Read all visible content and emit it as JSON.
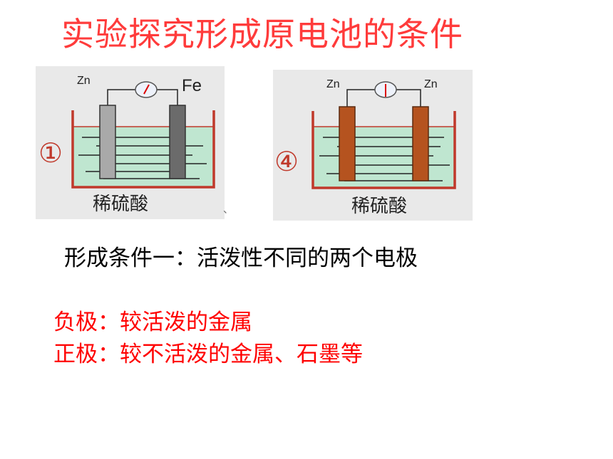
{
  "title": "实验探究形成原电池的条件",
  "colors": {
    "title": "#ff3b3b",
    "body_text": "#000000",
    "emphasis_text": "#ff0000",
    "panel_bg": "#e9e9e9",
    "beaker_wall": "#c0392b",
    "solution": "#bfe6d0",
    "zn_electrode_gray": "#a9a9a9",
    "fe_electrode": "#6b6b6b",
    "zn_electrode_copper": "#b5531f"
  },
  "experiments": [
    {
      "number_label": "①",
      "left_electrode": "Zn",
      "right_electrode": "Fe",
      "solution_label": "稀硫酸",
      "meter_icon": "galvanometer-icon"
    },
    {
      "number_label": "④",
      "left_electrode": "Zn",
      "right_electrode": "Zn",
      "solution_label": "稀硫酸",
      "meter_icon": "galvanometer-icon"
    }
  ],
  "stray_mark": "、",
  "condition_one": "形成条件一：活泼性不同的两个电极",
  "negative_electrode": "负极：较活泼的金属",
  "positive_electrode": "正极：较不活泼的金属、石墨等"
}
